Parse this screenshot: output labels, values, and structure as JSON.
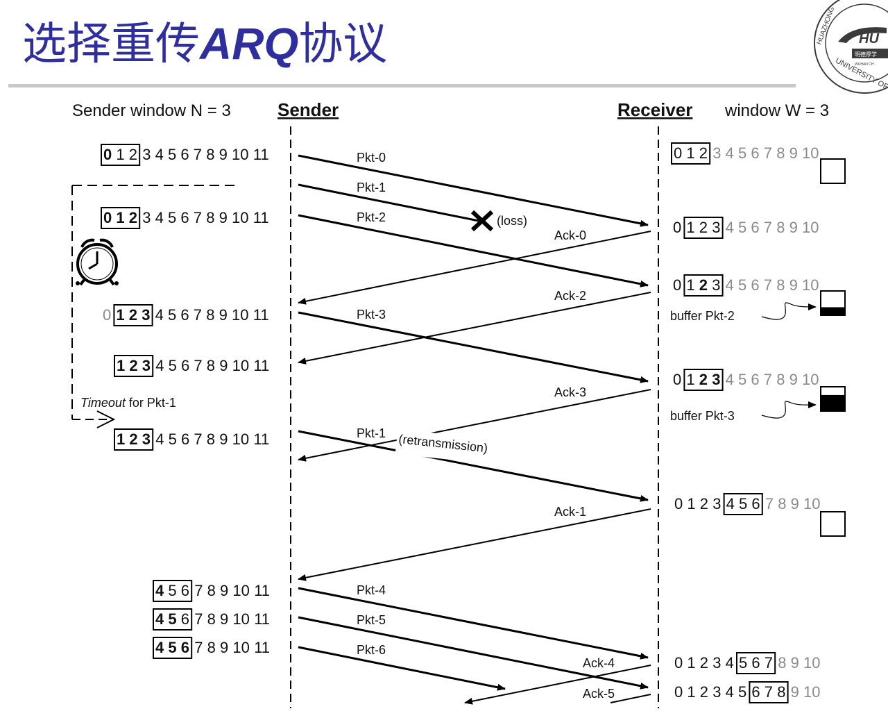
{
  "title": {
    "part1": "选择重传",
    "part2": "ARQ",
    "part3": "协议"
  },
  "logo": {
    "name": "HUST",
    "visible_text": [
      "HU",
      "UNIVERSITY OF S",
      "HUAZHONG",
      "明德厚学",
      "WUHAN CH"
    ]
  },
  "headers": {
    "sender_window": "Sender window N = 3",
    "sender": "Sender",
    "receiver": "Receiver",
    "receiver_window": "window W = 3"
  },
  "sender_rows": [
    {
      "dim": [],
      "boxed": [
        "0",
        "1",
        "2"
      ],
      "bold": [
        "0"
      ],
      "rest": [
        "3",
        "4",
        "5",
        "6",
        "7",
        "8",
        "9",
        "10",
        "11"
      ]
    },
    {
      "dim": [],
      "boxed": [
        "0",
        "1",
        "2"
      ],
      "bold": [
        "0",
        "1",
        "2"
      ],
      "rest": [
        "3",
        "4",
        "5",
        "6",
        "7",
        "8",
        "9",
        "10",
        "11"
      ]
    },
    {
      "dim": [
        "0"
      ],
      "boxed": [
        "1",
        "2",
        "3"
      ],
      "bold": [
        "1",
        "2",
        "3"
      ],
      "rest": [
        "4",
        "5",
        "6",
        "7",
        "8",
        "9",
        "10",
        "11"
      ]
    },
    {
      "dim": [],
      "boxed": [
        "1",
        "2",
        "3"
      ],
      "bold": [
        "1",
        "2",
        "3"
      ],
      "rest": [
        "4",
        "5",
        "6",
        "7",
        "8",
        "9",
        "10",
        "11"
      ]
    },
    {
      "dim": [],
      "boxed": [
        "1",
        "2",
        "3"
      ],
      "bold": [
        "1",
        "2",
        "3"
      ],
      "rest": [
        "4",
        "5",
        "6",
        "7",
        "8",
        "9",
        "10",
        "11"
      ]
    },
    {
      "dim": [],
      "boxed": [
        "4",
        "5",
        "6"
      ],
      "bold": [
        "4"
      ],
      "rest": [
        "7",
        "8",
        "9",
        "10",
        "11"
      ]
    },
    {
      "dim": [],
      "boxed": [
        "4",
        "5",
        "6"
      ],
      "bold": [
        "4",
        "5"
      ],
      "rest": [
        "7",
        "8",
        "9",
        "10",
        "11"
      ]
    },
    {
      "dim": [],
      "boxed": [
        "4",
        "5",
        "6"
      ],
      "bold": [
        "4",
        "5",
        "6"
      ],
      "rest": [
        "7",
        "8",
        "9",
        "10",
        "11"
      ]
    }
  ],
  "receiver_rows": [
    {
      "pre": [],
      "boxed": [
        "0",
        "1",
        "2"
      ],
      "bold": [],
      "rest": [
        "3",
        "4",
        "5",
        "6",
        "7",
        "8",
        "9",
        "10"
      ]
    },
    {
      "pre": [
        "0"
      ],
      "boxed": [
        "1",
        "2",
        "3"
      ],
      "bold": [],
      "rest": [
        "4",
        "5",
        "6",
        "7",
        "8",
        "9",
        "10"
      ]
    },
    {
      "pre": [
        "0"
      ],
      "boxed": [
        "1",
        "2",
        "3"
      ],
      "bold": [
        "2"
      ],
      "rest": [
        "4",
        "5",
        "6",
        "7",
        "8",
        "9",
        "10"
      ]
    },
    {
      "pre": [
        "0"
      ],
      "boxed": [
        "1",
        "2",
        "3"
      ],
      "bold": [
        "2",
        "3"
      ],
      "rest": [
        "4",
        "5",
        "6",
        "7",
        "8",
        "9",
        "10"
      ]
    },
    {
      "pre": [
        "0",
        "1",
        "2",
        "3"
      ],
      "boxed": [
        "4",
        "5",
        "6"
      ],
      "bold": [],
      "rest": [
        "7",
        "8",
        "9",
        "10"
      ]
    },
    {
      "pre": [
        "0",
        "1",
        "2",
        "3",
        "4"
      ],
      "boxed": [
        "5",
        "6",
        "7"
      ],
      "bold": [],
      "rest": [
        "8",
        "9",
        "10"
      ]
    },
    {
      "pre": [
        "0",
        "1",
        "2",
        "3",
        "4",
        "5"
      ],
      "boxed": [
        "6",
        "7",
        "8"
      ],
      "bold": [],
      "rest": [
        "9",
        "10"
      ]
    }
  ],
  "packets": [
    "Pkt-0",
    "Pkt-1",
    "Pkt-2",
    "Pkt-3",
    "Pkt-1",
    "Pkt-4",
    "Pkt-5",
    "Pkt-6"
  ],
  "acks": [
    "Ack-0",
    "Ack-2",
    "Ack-3",
    "Ack-1",
    "Ack-4",
    "Ack-5"
  ],
  "annotations": {
    "loss": "(loss)",
    "retransmission": "(retransmission)",
    "timeout_italic": "Timeout",
    "timeout_rest": " for Pkt-1",
    "buffer_pkt2": "buffer Pkt-2",
    "buffer_pkt3": "buffer Pkt-3"
  },
  "buffers": [
    {
      "filled_fraction": 0
    },
    {
      "filled_fraction": 0.33
    },
    {
      "filled_fraction": 0.66
    },
    {
      "filled_fraction": 0
    }
  ],
  "colors": {
    "title": "#2e2e9e",
    "dim_number": "#8a8a8a",
    "rule": "#c8c8c8",
    "logo": "#3a3a3a"
  }
}
